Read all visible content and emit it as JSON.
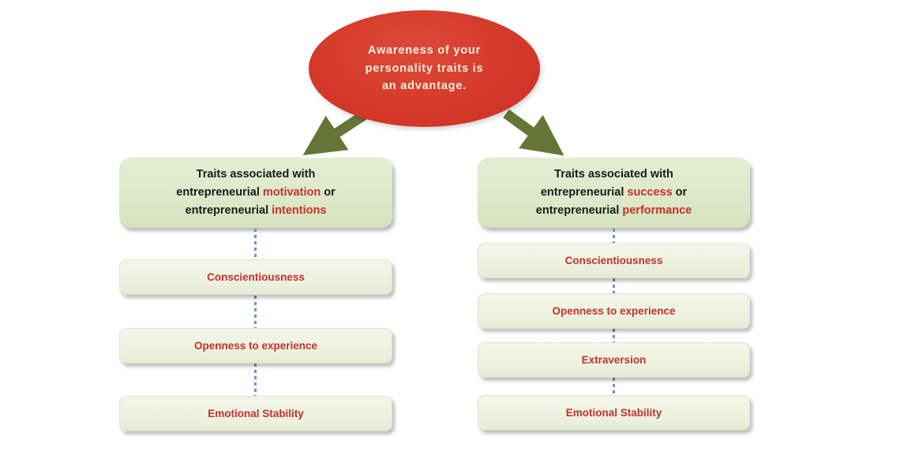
{
  "root_oval": {
    "lines": [
      "Awareness of your",
      "personality traits is",
      "an advantage."
    ],
    "bg_color": "#d5392a",
    "text_color": "#f9efdb"
  },
  "left_branch": {
    "header": {
      "line1": "Traits associated with",
      "line2_pre": "entrepreneurial ",
      "line2_em": "motivation",
      "line2_post": " or",
      "line3_pre": "entrepreneurial ",
      "line3_em": "intentions"
    },
    "items": [
      {
        "label": "Conscientiousness"
      },
      {
        "label": "Openness to experience"
      },
      {
        "label": "Emotional Stability"
      }
    ]
  },
  "right_branch": {
    "header": {
      "line1": "Traits associated with",
      "line2_pre": "entrepreneurial ",
      "line2_em": "success",
      "line2_post": " or",
      "line3_pre": "entrepreneurial ",
      "line3_em": "performance"
    },
    "items": [
      {
        "label": "Conscientiousness"
      },
      {
        "label": "Openness to experience"
      },
      {
        "label": "Extraversion"
      },
      {
        "label": "Emotional Stability"
      }
    ]
  },
  "colors": {
    "highlight_red": "#c5312a",
    "arrow_olive": "#657536",
    "connector_blue": "#7093c2",
    "header_green": "#dde8c8",
    "item_green": "#ecf1de"
  }
}
